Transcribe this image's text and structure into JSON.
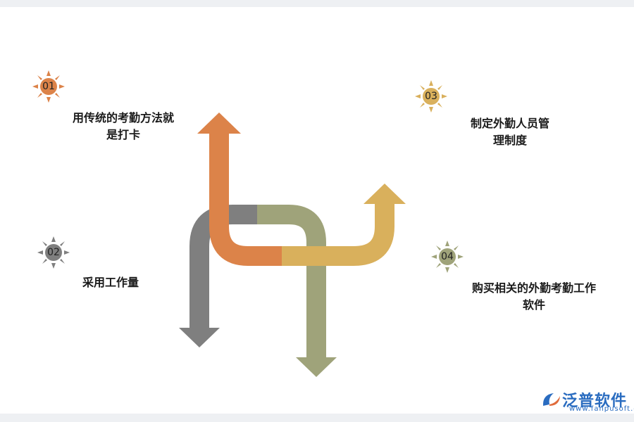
{
  "steps": [
    {
      "num": "01",
      "text": "用传统的考勤方法就是打卡",
      "line1": "用传统的考勤方法就",
      "line2": "是打卡",
      "color": "#dc8349"
    },
    {
      "num": "02",
      "text": "采用工作量",
      "line1": "采用工作量",
      "line2": "",
      "color": "#7f7f7f"
    },
    {
      "num": "03",
      "text": "制定外勤人员管理制度",
      "line1": "制定外勤人员管",
      "line2": "理制度",
      "color": "#d9b05c"
    },
    {
      "num": "04",
      "text": "购买相关的外勤考勤工作软件",
      "line1": "购买相关的外勤考勤工作",
      "line2": "软件",
      "color": "#9fa37a"
    }
  ],
  "colors": {
    "orange": "#dc8349",
    "gray": "#7f7f7f",
    "gold": "#d9b05c",
    "olive": "#9fa37a",
    "brand_blue": "#2a6cc0"
  },
  "logo": {
    "name": "泛普软件",
    "url": "www.fanpusoft.com",
    "icon": "fanpu-logo-icon"
  }
}
